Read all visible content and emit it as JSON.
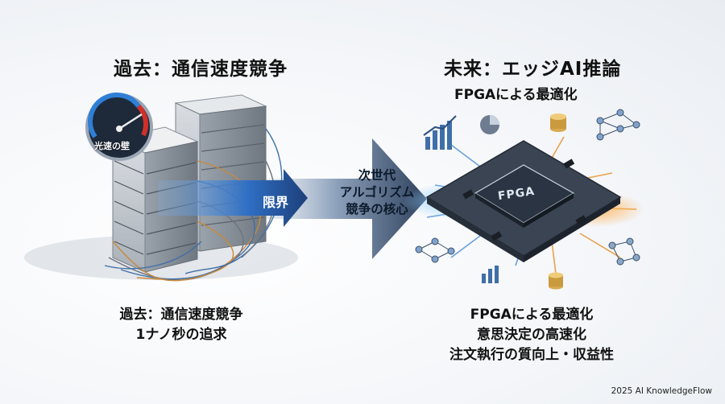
{
  "left": {
    "heading": "過去：通信速度競争",
    "gauge_label": "光速の壁",
    "arrow_label": "限界",
    "caption_line1": "過去：通信速度競争",
    "caption_line2": "1ナノ秒の追求"
  },
  "center": {
    "line1": "次世代",
    "line2": "アルゴリズム",
    "line3": "競争の核心"
  },
  "right": {
    "heading": "未来：エッジAI推論",
    "subheading": "FPGAによる最適化",
    "chip_label": "FPGA",
    "caption_line1": "FPGAによる最適化",
    "caption_line2": "意思決定の高速化",
    "caption_line3": "注文執行の質向上・収益性"
  },
  "footer": "2025 AI KnowledgeFlow",
  "colors": {
    "arrow_blue": "#2f6fc4",
    "arrow_dark": "#2a3d58",
    "gauge_red": "#d0302a",
    "chip_dark": "#2b3442"
  }
}
